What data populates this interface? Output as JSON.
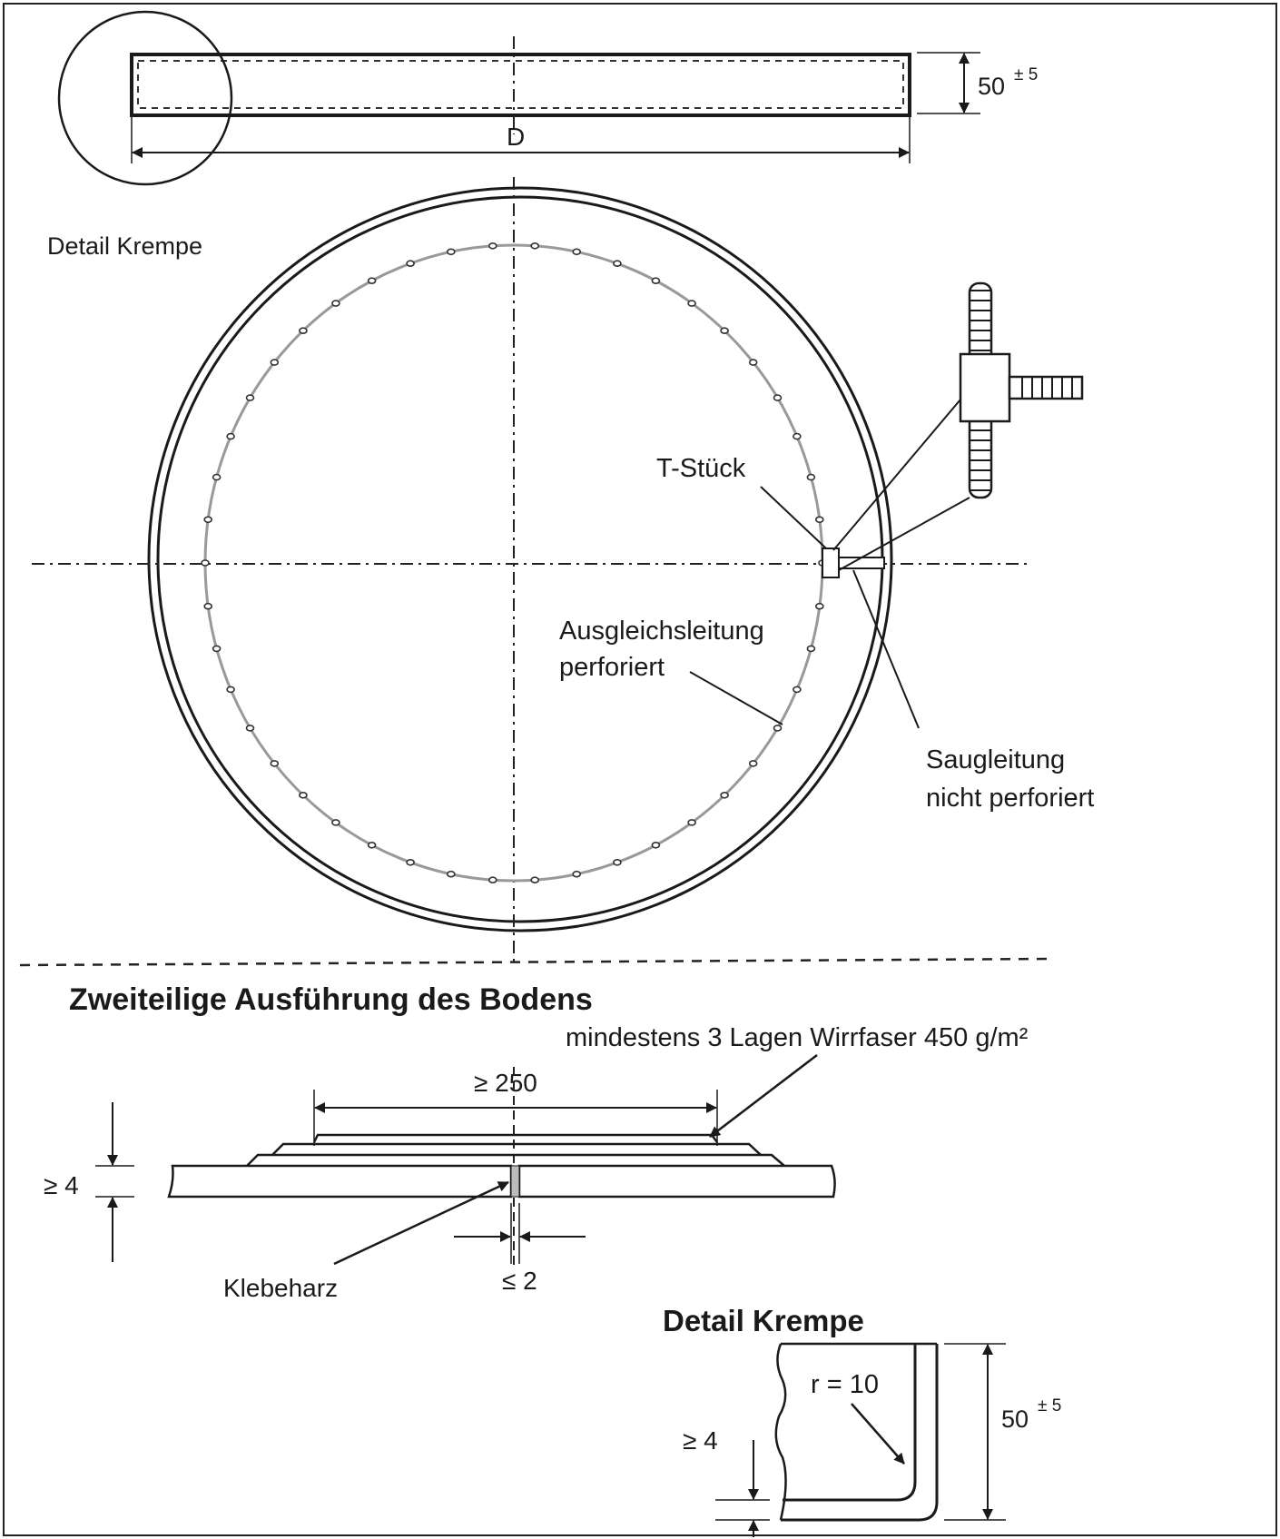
{
  "top_view": {
    "height_dim": "50",
    "height_tol": "± 5",
    "diameter_label": "D",
    "detail_label": "Detail Krempe"
  },
  "plan_view": {
    "tee_label": "T-Stück",
    "equalizing_line_1": "Ausgleichsleitung",
    "equalizing_line_2": "perforiert",
    "suction_line_1": "Saugleitung",
    "suction_line_2": "nicht perforiert"
  },
  "two_part_section": {
    "title": "Zweiteilige Ausführung des Bodens",
    "layers_label": "mindestens 3 Lagen Wirrfaser 450 g/m²",
    "overlap_dim": "≥ 250",
    "thickness_dim": "≥ 4",
    "gap_dim": "≤ 2",
    "adhesive_label": "Klebeharz"
  },
  "rim_detail": {
    "title": "Detail Krempe",
    "radius_label": "r = 10",
    "height_dim": "50",
    "height_tol": "± 5",
    "thickness_dim": "≥ 4"
  }
}
